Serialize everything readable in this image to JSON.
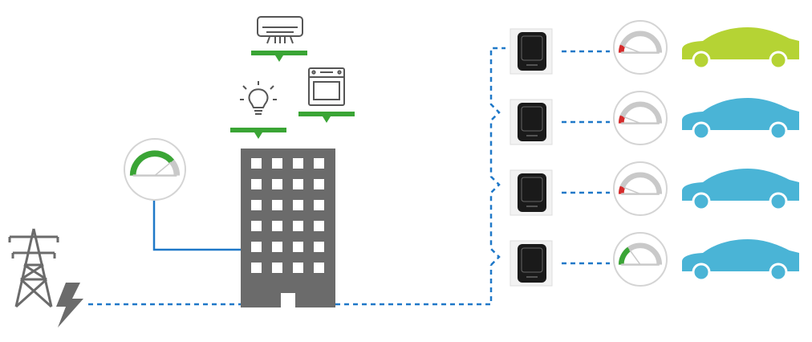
{
  "colors": {
    "grid_line": "#1f78c8",
    "dashed_line": "#1f78c8",
    "building": "#6b6b6b",
    "window": "#ffffff",
    "green": "#3aa535",
    "red": "#d62a2a",
    "gauge_track": "#c9c9c9",
    "gauge_face": "#ffffff",
    "gauge_border": "#d4d4d4",
    "car_green": "#b5d334",
    "car_blue": "#4ab4d6",
    "charger_body": "#1a1a1a",
    "icon_stroke": "#555555",
    "tower": "#6b6b6b"
  },
  "icons": {
    "tower": "power-tower-icon",
    "lightning": "lightning-bolt-icon",
    "building": "office-building-icon",
    "air_conditioner": "air-conditioner-icon",
    "oven": "oven-icon",
    "light_bulb": "light-bulb-icon",
    "charger": "ev-charger-icon",
    "car": "car-icon",
    "meter": "meter-gauge-icon"
  },
  "building_meter": {
    "level": 0.78,
    "color": "green"
  },
  "chargers": [
    {
      "meter_level": 0.12,
      "meter_color": "red",
      "car_color": "green"
    },
    {
      "meter_level": 0.12,
      "meter_color": "red",
      "car_color": "blue"
    },
    {
      "meter_level": 0.12,
      "meter_color": "red",
      "car_color": "blue"
    },
    {
      "meter_level": 0.3,
      "meter_color": "green",
      "car_color": "blue"
    }
  ]
}
